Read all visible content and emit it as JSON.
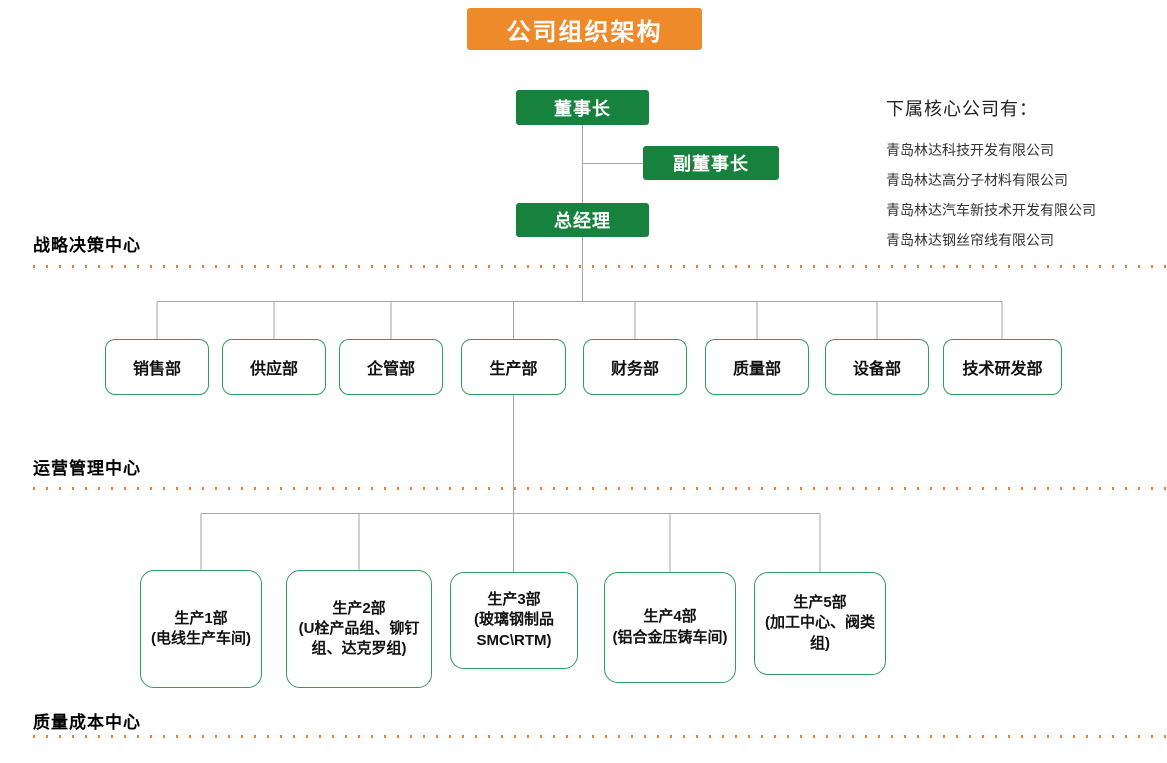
{
  "title": "公司组织架构",
  "executives": {
    "chairman": "董事长",
    "vice_chairman": "副董事长",
    "general_manager": "总经理"
  },
  "subsidiaries": {
    "heading": "下属核心公司有：",
    "companies": [
      "青岛林达科技开发有限公司",
      "青岛林达高分子材料有限公司",
      "青岛林达汽车新技术开发有限公司",
      "青岛林达钢丝帘线有限公司"
    ]
  },
  "sections": {
    "strategic": "战略决策中心",
    "operations": "运营管理中心",
    "quality": "质量成本中心"
  },
  "departments": [
    "销售部",
    "供应部",
    "企管部",
    "生产部",
    "财务部",
    "质量部",
    "设备部",
    "技术研发部"
  ],
  "production_units": [
    {
      "name": "生产1部",
      "detail": "(电线生产车间)"
    },
    {
      "name": "生产2部",
      "detail": "(U栓产品组、铆钉组、达克罗组)"
    },
    {
      "name": "生产3部",
      "detail": "(玻璃钢制品SMC\\RTM)"
    },
    {
      "name": "生产4部",
      "detail": "(铝合金压铸车间)"
    },
    {
      "name": "生产5部",
      "detail": "(加工中心、阀类组)"
    }
  ],
  "colors": {
    "title_orange": "#ef8a2b",
    "dotted_orange": "#ed7d31",
    "solid_green": "#17813e",
    "outline_green": "#2e9e5b",
    "connector_gray": "#a6a6a6"
  }
}
